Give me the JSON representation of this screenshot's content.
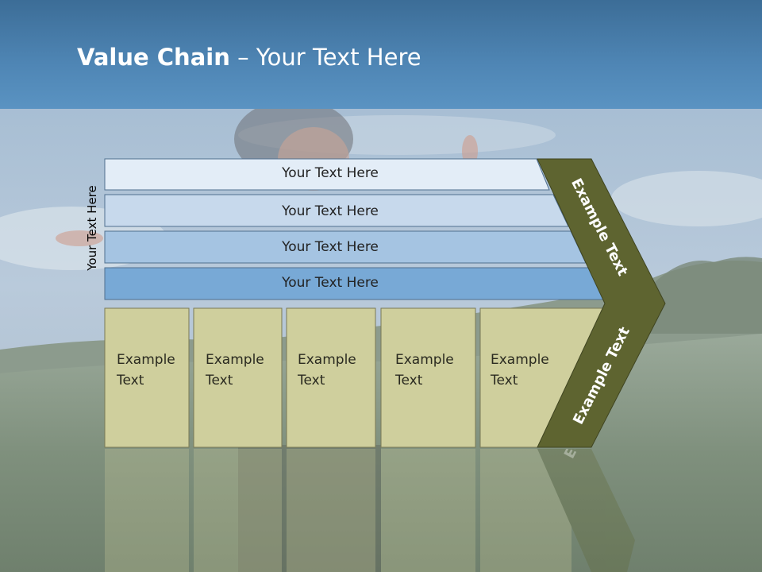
{
  "header": {
    "title_bold": "Value Chain",
    "title_rest": " – Your Text Here"
  },
  "side_label": "Your Text Here",
  "bands": [
    {
      "label": "Your Text Here",
      "color": "#e3edf7"
    },
    {
      "label": "Your Text Here",
      "color": "#c7d9ec"
    },
    {
      "label": "Your Text Here",
      "color": "#a5c4e2"
    },
    {
      "label": "Your Text Here",
      "color": "#78a9d6"
    }
  ],
  "boxes": [
    {
      "line1": "Example",
      "line2": "Text"
    },
    {
      "line1": "Example",
      "line2": "Text"
    },
    {
      "line1": "Example",
      "line2": "Text"
    },
    {
      "line1": "Example",
      "line2": "Text"
    },
    {
      "line1": "Example",
      "line2": "Text"
    }
  ],
  "chevron": {
    "upper_label": "Example Text",
    "lower_label": "Example Text",
    "color": "#5e6430"
  },
  "colors": {
    "box_fill": "#cfcf9d",
    "header": "#4f86b5"
  }
}
